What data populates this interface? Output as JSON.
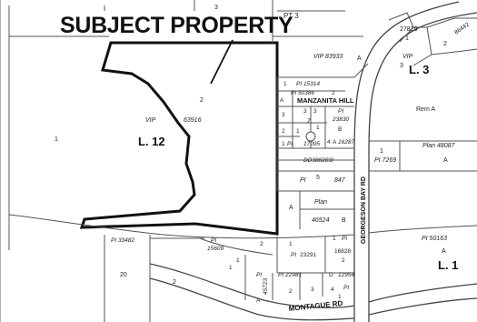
{
  "callout": "SUBJECT PROPERTY",
  "lots": {
    "lot12": "L. 12",
    "lot3": "L. 3",
    "lot1": "L. 1"
  },
  "roads": {
    "manzanita": "MANZANITA HILL",
    "georgeson": "GEORGESON BAY RD",
    "montague": "MONTAGUE RD"
  },
  "parcels": {
    "pt3": "PT 3",
    "three_top": "3",
    "vip83933": "VIP 83933",
    "a_vip": "A",
    "p27829": "27829",
    "one_27829": "1",
    "vip_top": "VIP",
    "three_vip": "3",
    "two_right": "2",
    "p86442": "86442",
    "rem_a": "Rem A",
    "two_subject": "2",
    "vip_subject": "VIP",
    "p63916": "63916",
    "one_left": "1",
    "pl15314": "PI 15314",
    "pl50386": "PI 50386",
    "m1": "1",
    "m2": "2",
    "mA": "A",
    "m3a": "3",
    "m3b": "3",
    "m3c": "3",
    "mPl_a": "PI",
    "mZ": "Z",
    "p23830": "23830",
    "m_one_b": "1",
    "mB": "B",
    "m_two_c": "2",
    "m_one_c": "1",
    "mPl_b": "PI",
    "pl17095": "17095",
    "m_four": "4",
    "m_A2": "A",
    "p16287": "16287",
    "dd": "DD388283I",
    "plan48087": "Plan  48087",
    "one_48087": "1",
    "pl7269": "PI 7269",
    "a_48087": "A",
    "pl5": "PI",
    "five": "5",
    "p847": "847",
    "plan46524_lbl": "Plan",
    "a_46524": "A",
    "p46524": "46524",
    "b_46524": "B",
    "pl33482": "PI 33482",
    "pl15609_pl": "PI",
    "p15609": "15609",
    "two_15609": "2",
    "one_15609": "1",
    "one_23291": "1",
    "pl_23291": "PI",
    "p23291": "23291",
    "one_16828": "1",
    "pl_16828": "PI",
    "p16828": "16828",
    "two_16828": "2",
    "pl50163": "PI  50163",
    "a_50163": "A",
    "twenty": "20",
    "two_bottom": "2",
    "one_bottom": "1",
    "pl_45723": "PI",
    "p45723": "45723",
    "a_45723": "A",
    "pl_22981": "PI",
    "p22981": "22981",
    "two_22981": "2",
    "three_22981": "3",
    "d_12954": "D",
    "p12954": "12954",
    "four_12954": "4",
    "pl_12954": "PI",
    "one_12954": "1"
  }
}
